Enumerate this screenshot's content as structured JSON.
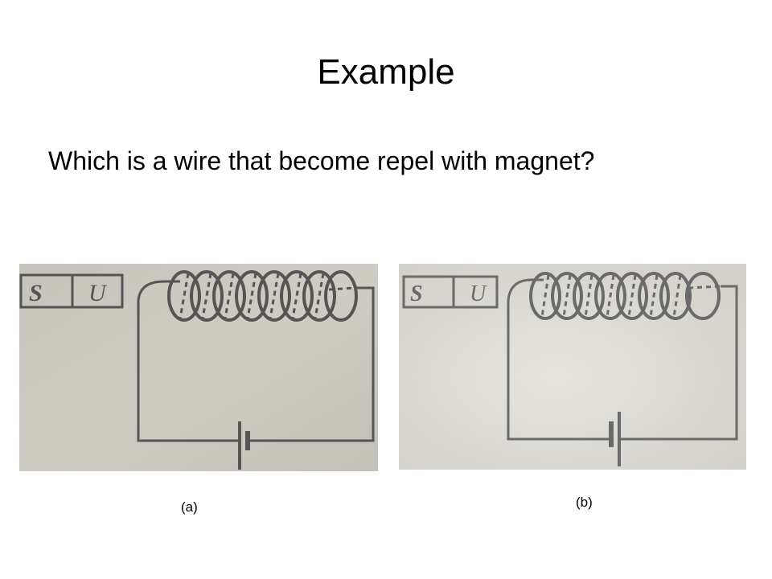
{
  "slide": {
    "title": "Example",
    "question": "Which is a wire that become repel with magnet?"
  },
  "figures": [
    {
      "caption": "(a)",
      "magnet": {
        "left_pole": "S",
        "right_pole": "U"
      },
      "background": "#c9c6bd"
    },
    {
      "caption": "(b)",
      "magnet": {
        "left_pole": "S",
        "right_pole": "U"
      },
      "background": "#dedcd7"
    }
  ],
  "colors": {
    "ink": "#555555"
  }
}
